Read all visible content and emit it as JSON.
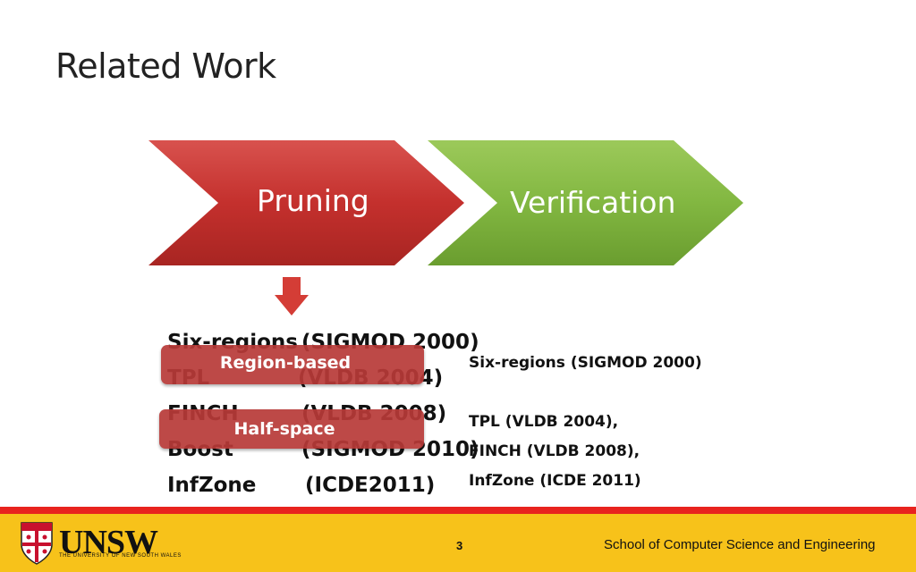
{
  "slide": {
    "title": "Related Work",
    "page_number": "3"
  },
  "flow": [
    {
      "label": "Pruning",
      "color": "#cc3a36"
    },
    {
      "label": "Verification",
      "color": "#7fb43c"
    }
  ],
  "methods": [
    {
      "name": "Six-regions",
      "venue": "(SIGMOD 2000)"
    },
    {
      "name": "TPL",
      "venue": "(VLDB 2004)"
    },
    {
      "name": "FINCH",
      "venue": "(VLDB 2008)"
    },
    {
      "name": "Boost",
      "venue": "(SIGMOD 2010)"
    },
    {
      "name": "InfZone",
      "venue": "(ICDE2011)"
    }
  ],
  "categories": {
    "region_based": "Region-based",
    "half_space": "Half-space"
  },
  "right_list": {
    "region": "Six-regions (SIGMOD 2000)",
    "half": [
      "TPL (VLDB 2004),",
      "FINCH (VLDB 2008),",
      "InfZone (ICDE 2011)"
    ]
  },
  "footer": {
    "brand": "UNSW",
    "brand_sub": "THE UNIVERSITY OF NEW SOUTH WALES",
    "school": "School of Computer Science and Engineering",
    "accent": "#f7c21a",
    "line_color": "#e8231e"
  }
}
